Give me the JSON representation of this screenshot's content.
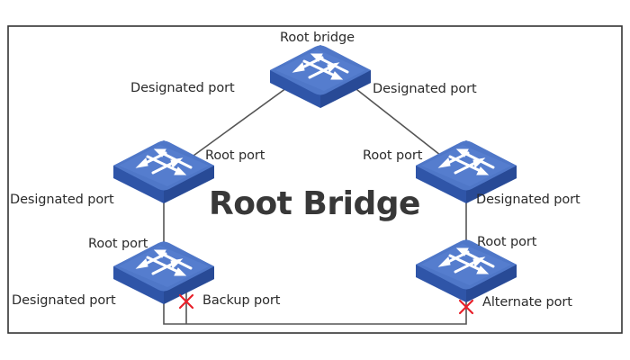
{
  "title": "Root Bridge",
  "colors": {
    "switch_top": "#4a72c4",
    "switch_side": "#2f55a8",
    "link": "#555555",
    "blocked_marker": "#e8202a",
    "frame": "#333333"
  },
  "switches": [
    {
      "id": "root",
      "role": "Root bridge"
    },
    {
      "id": "left-mid",
      "role": "Switch"
    },
    {
      "id": "right-mid",
      "role": "Switch"
    },
    {
      "id": "left-bottom",
      "role": "Switch"
    },
    {
      "id": "right-bottom",
      "role": "Switch"
    }
  ],
  "links": [
    {
      "from": "root",
      "to": "left-mid",
      "state": "forwarding"
    },
    {
      "from": "root",
      "to": "right-mid",
      "state": "forwarding"
    },
    {
      "from": "left-mid",
      "to": "left-bottom",
      "state": "forwarding"
    },
    {
      "from": "right-mid",
      "to": "right-bottom",
      "state": "forwarding"
    },
    {
      "from": "left-bottom",
      "to": "right-bottom",
      "state": "blocked"
    },
    {
      "from": "left-bottom",
      "to": "left-bottom",
      "state": "blocked"
    }
  ],
  "labels": {
    "root_bridge": "Root bridge",
    "root_left_designated": "Designated port",
    "root_right_designated": "Designated port",
    "left_mid_root": "Root port",
    "left_mid_designated": "Designated port",
    "right_mid_root": "Root port",
    "right_mid_designated": "Designated port",
    "left_bottom_root": "Root port",
    "left_bottom_designated": "Designated port",
    "left_bottom_backup": "Backup port",
    "right_bottom_root": "Root port",
    "right_bottom_alternate": "Alternate port"
  },
  "icons": {
    "switch": "switch-icon",
    "blocked": "x-mark-icon"
  }
}
